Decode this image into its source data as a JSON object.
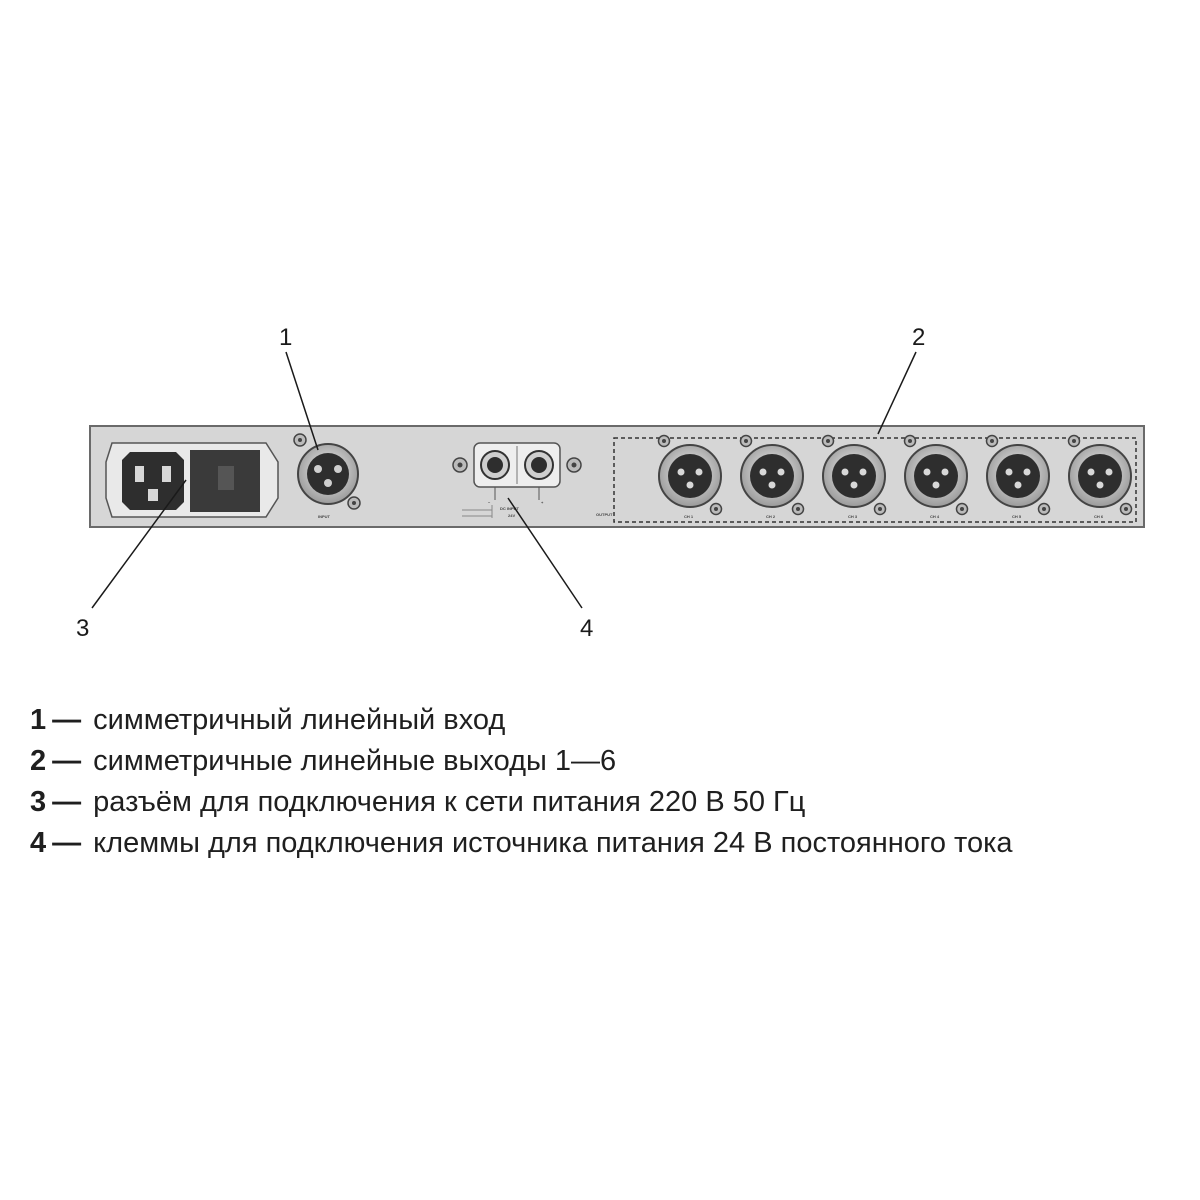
{
  "callouts": {
    "input": "1",
    "outputs": "2",
    "mains": "3",
    "dc_terminals": "4"
  },
  "panel_labels": {
    "input": "INPUT",
    "dc": "DC INPUT",
    "dc_volts": "24V",
    "dc_minus": "−",
    "dc_plus": "+",
    "outputs": "OUTPUT",
    "channels": [
      "CH 1",
      "CH 2",
      "CH 3",
      "CH 4",
      "CH 5",
      "CH 6"
    ]
  },
  "legend": {
    "dash": "—",
    "items": [
      {
        "num": "1",
        "text": "симметричный линейный вход"
      },
      {
        "num": "2",
        "text": "симметричные линейные выходы 1—6"
      },
      {
        "num": "3",
        "text": "разъём для подключения к сети питания 220 В 50 Гц"
      },
      {
        "num": "4",
        "text": "клеммы для подключения источника питания 24 В постоянного тока"
      }
    ]
  },
  "colors": {
    "panel_fill": "#d6d6d6",
    "panel_stroke": "#6a6a6a",
    "connector_dark": "#2e2e2e",
    "text": "#1f1f1f"
  }
}
